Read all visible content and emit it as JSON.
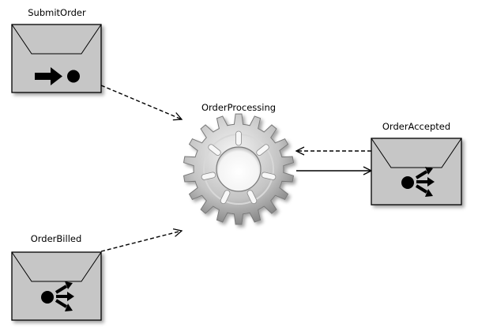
{
  "nodes": {
    "submit_order": {
      "label": "SubmitOrder",
      "kind": "command",
      "icon": "arrow-to-dot-icon"
    },
    "order_billed": {
      "label": "OrderBilled",
      "kind": "event",
      "icon": "fan-out-icon"
    },
    "order_accepted": {
      "label": "OrderAccepted",
      "kind": "event",
      "icon": "fan-out-icon"
    },
    "order_processing": {
      "label": "OrderProcessing",
      "kind": "endpoint",
      "icon": "gear-icon"
    }
  },
  "edges": [
    {
      "from": "SubmitOrder",
      "to": "OrderProcessing",
      "style": "dashed"
    },
    {
      "from": "OrderBilled",
      "to": "OrderProcessing",
      "style": "dashed"
    },
    {
      "from": "OrderAccepted",
      "to": "OrderProcessing",
      "style": "dashed"
    },
    {
      "from": "OrderProcessing",
      "to": "OrderAccepted",
      "style": "solid"
    }
  ],
  "colors": {
    "envelope_fill": "#c6c6c6",
    "envelope_stroke": "#000000",
    "gear_light": "#f2f2f2",
    "gear_mid": "#b4b4b4",
    "gear_dark": "#6e6e6e"
  }
}
